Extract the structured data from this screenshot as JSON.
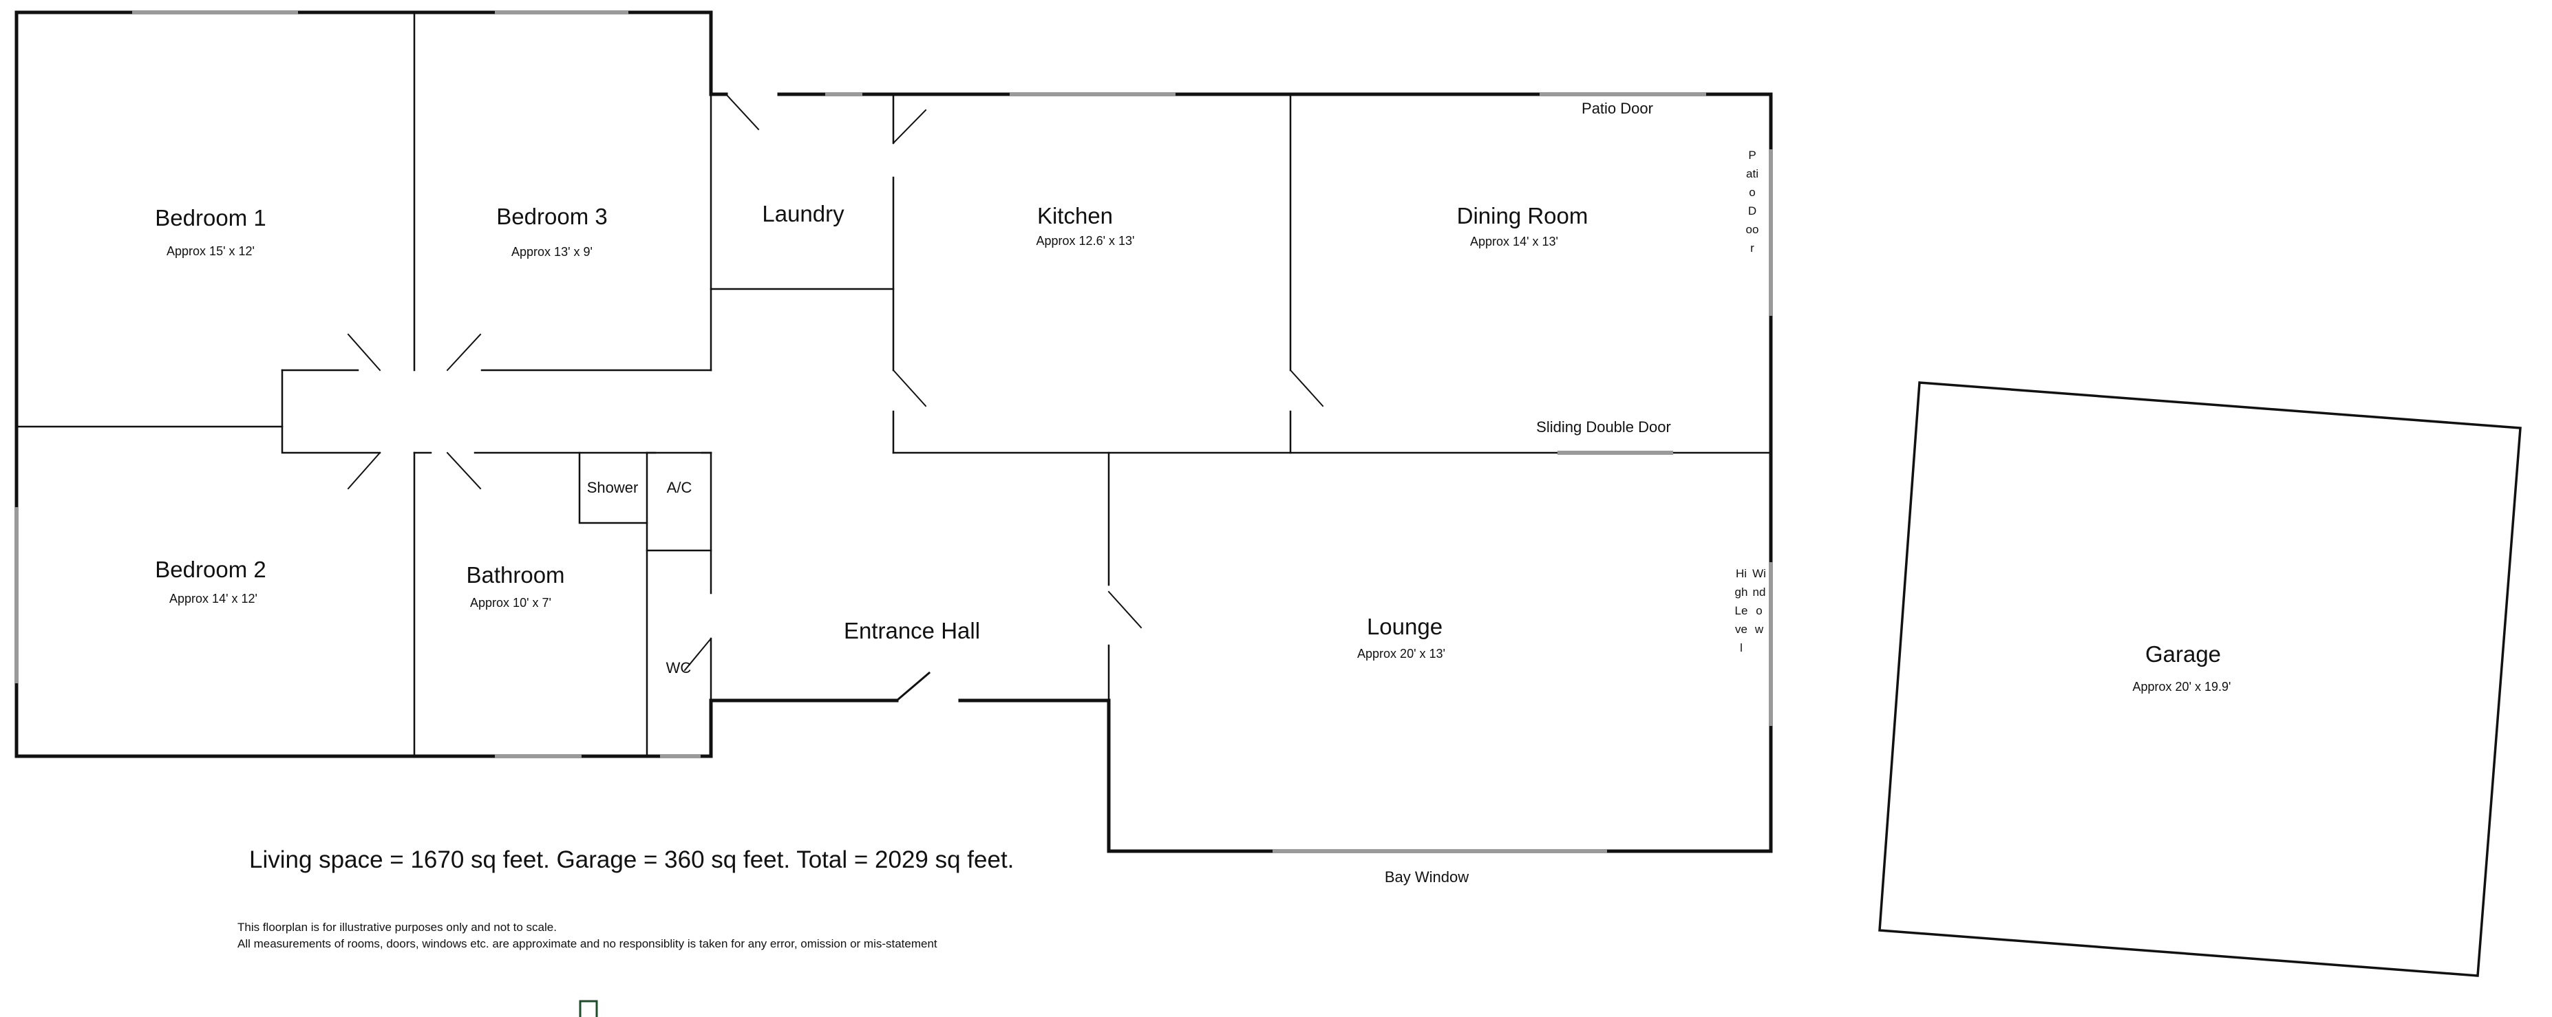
{
  "rooms": {
    "bedroom1": {
      "name": "Bedroom 1",
      "size": "Approx 15' x 12'"
    },
    "bedroom2": {
      "name": "Bedroom 2",
      "size": "Approx 14' x 12'"
    },
    "bedroom3": {
      "name": "Bedroom 3",
      "size": "Approx 13' x 9'"
    },
    "bathroom": {
      "name": "Bathroom",
      "size": "Approx 10' x 7'"
    },
    "laundry": {
      "name": "Laundry"
    },
    "kitchen": {
      "name": "Kitchen",
      "size": "Approx 12.6' x 13'"
    },
    "dining": {
      "name": "Dining Room",
      "size": "Approx 14' x 13'"
    },
    "lounge": {
      "name": "Lounge",
      "size": "Approx 20' x 13'"
    },
    "entrance": {
      "name": "Entrance Hall"
    },
    "garage": {
      "name": "Garage",
      "size": "Approx 20' x 19.9'"
    },
    "shower": {
      "name": "Shower"
    },
    "ac": {
      "name": "A/C"
    },
    "wc": {
      "name": "WC"
    }
  },
  "features": {
    "patio_door_top": "Patio Door",
    "patio_door_side": "Patio Door",
    "sliding_double_door": "Sliding Double Door",
    "high_level": "High Level",
    "window": "Window",
    "bay_window": "Bay Window"
  },
  "summary": "Living space = 1670 sq feet. Garage = 360 sq feet. Total = 2029 sq feet.",
  "disclaimer": {
    "line1": "This floorplan is for illustrative purposes only and not to scale.",
    "line2": "All measurements of rooms, doors, windows etc. are approximate and no responsiblity is taken for any error, omission or mis-statement"
  },
  "colors": {
    "wall": "#111111",
    "window": "#9a9a9a",
    "accent": "#1e4d2b"
  }
}
